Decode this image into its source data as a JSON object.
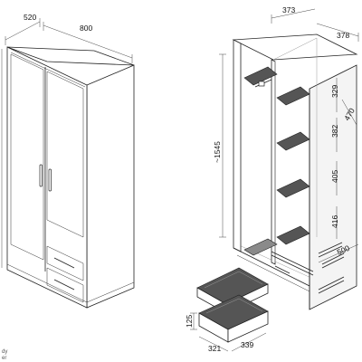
{
  "dimensions": {
    "depth": "520",
    "width": "800",
    "inner_depth": "373",
    "inner_width": "378",
    "height_partial": "~1545",
    "shelf_gap_1": "329",
    "shelf_gap_2": "382",
    "shelf_gap_3": "405",
    "shelf_gap_4": "416",
    "rod_width": "470",
    "drawer_slide": "500",
    "drawer_height": "125",
    "drawer_width": "321",
    "drawer_depth": "339"
  },
  "footnote": {
    "line1": "dy",
    "line2": "er"
  },
  "colors": {
    "line": "#222222",
    "shelf": "#555555",
    "background": "#ffffff"
  }
}
